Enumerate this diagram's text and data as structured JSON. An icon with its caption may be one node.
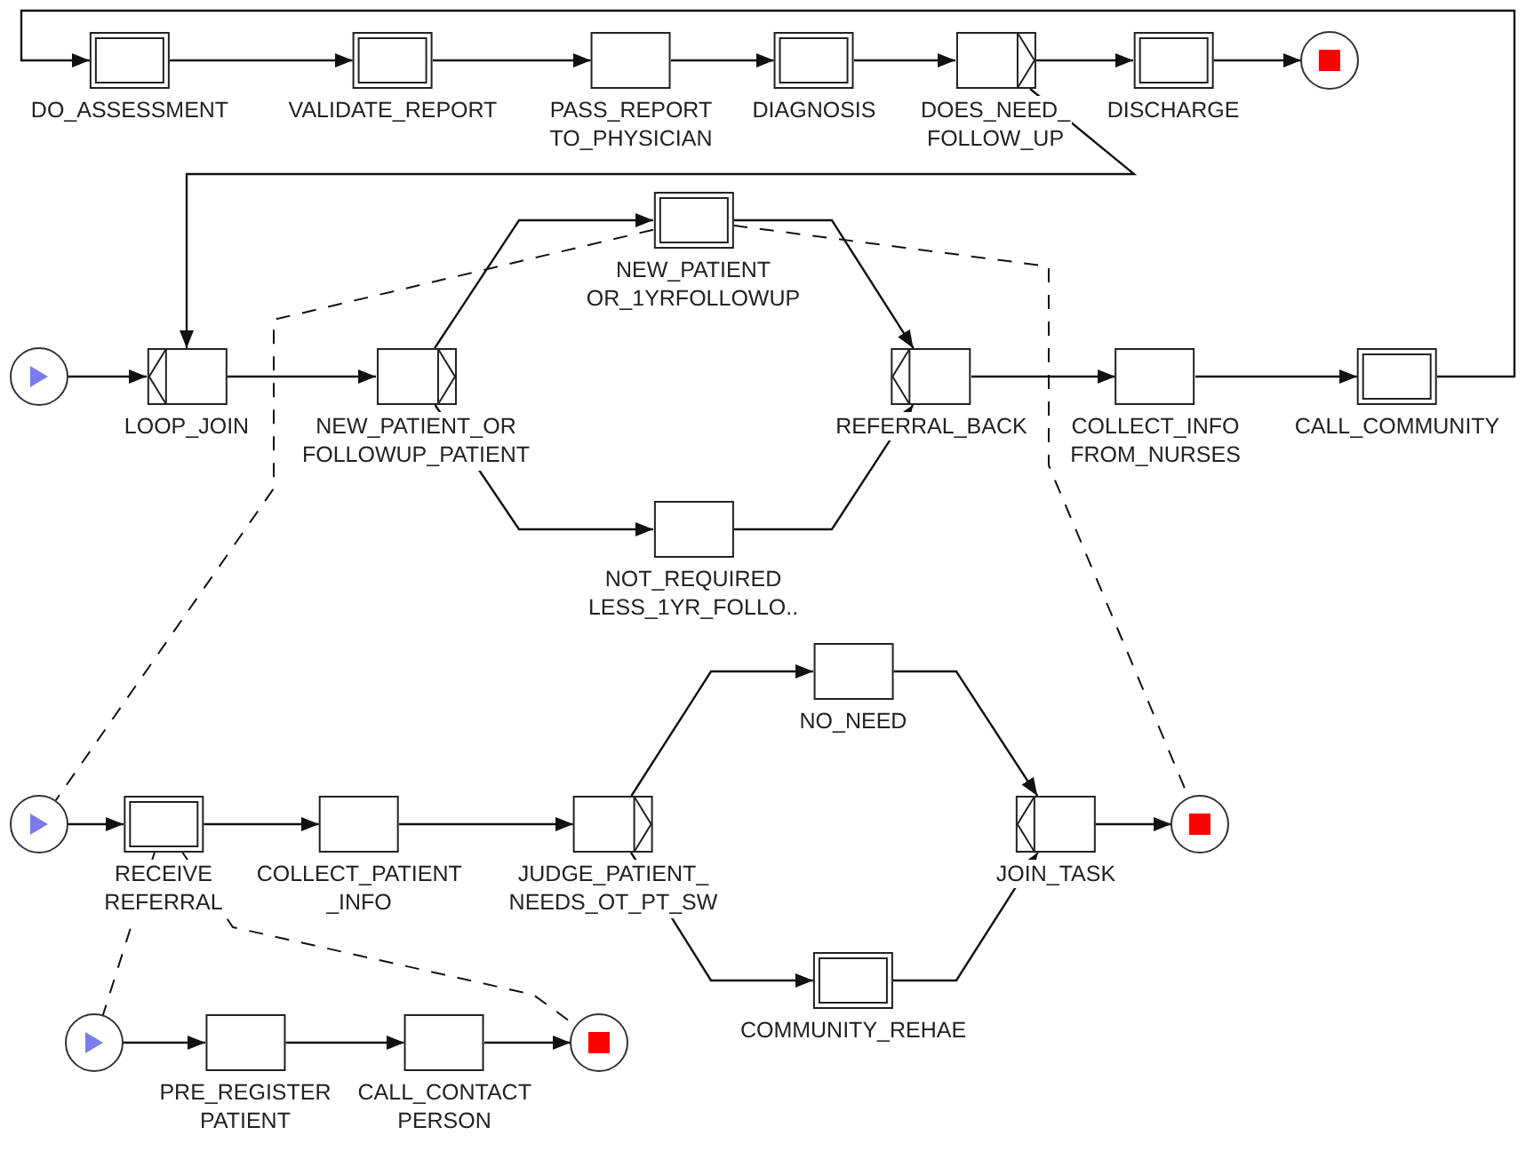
{
  "diagram": {
    "nodes": [
      {
        "text": [
          "DO_ASSESSMENT"
        ]
      },
      {
        "text": [
          "VALIDATE_REPORT"
        ]
      },
      {
        "text": [
          "PASS_REPORT TO_PHYSICIAN"
        ]
      },
      {
        "text": [
          "DIAGNOSIS"
        ]
      },
      {
        "text": [
          "DOES_NEED_ FOLLOW_UP"
        ]
      },
      {
        "text": [
          "DISCHARGE"
        ]
      },
      {
        "text": [],
        "shape": "circle"
      },
      {
        "text": [],
        "shape": "circle"
      },
      {
        "text": [
          "LOOP_JOIN"
        ]
      },
      {
        "text": [
          "NEW_PATIENT_OR FOLLOWUP_PATIENT"
        ]
      },
      {
        "text": [
          "NEW_PATIENT OR_1YRFOLLOWUP"
        ]
      },
      {
        "text": [
          "NOT_REQUIRED LESS_1YR_FOLLO.."
        ]
      },
      {
        "text": [
          "REFERRAL_BACK"
        ]
      },
      {
        "text": [
          "COLLECT_INFO FROM_NURSES"
        ]
      },
      {
        "text": [
          "CALL_COMMUNITY"
        ]
      },
      {
        "text": [],
        "shape": "circle"
      },
      {
        "text": [
          "RECEIVE REFERRAL"
        ]
      },
      {
        "text": [
          "COLLECT_PATIENT _INFO"
        ]
      },
      {
        "text": [
          "JUDGE_PATIENT_ NEEDS_OT_PT_SW"
        ]
      },
      {
        "text": [
          "NO_NEED"
        ]
      },
      {
        "text": [
          "COMMUNITY_REHAE"
        ]
      },
      {
        "text": [
          "JOIN_TASK"
        ]
      },
      {
        "text": [],
        "shape": "circle"
      },
      {
        "text": [],
        "shape": "circle"
      },
      {
        "text": [
          "PRE_REGISTER PATIENT"
        ]
      },
      {
        "text": [
          "CALL_CONTACT PERSON"
        ]
      },
      {
        "text": [],
        "shape": "circle"
      }
    ],
    "edges": [
      {
        "from": 0,
        "to": 1,
        "arrow": "to"
      },
      {
        "from": 1,
        "to": 2,
        "arrow": "to"
      },
      {
        "from": 2,
        "to": 3,
        "arrow": "to"
      },
      {
        "from": 3,
        "to": 4,
        "arrow": "to"
      },
      {
        "from": 4,
        "to": 5,
        "arrow": "to"
      },
      {
        "from": 5,
        "to": 6,
        "arrow": "to"
      },
      {
        "from": 4,
        "to": 8,
        "arrow": "to"
      },
      {
        "from": 7,
        "to": 8,
        "arrow": "to"
      },
      {
        "from": 8,
        "to": 9,
        "arrow": "to"
      },
      {
        "from": 9,
        "to": 10,
        "arrow": "to"
      },
      {
        "from": 9,
        "to": 11,
        "arrow": "to"
      },
      {
        "from": 10,
        "to": 12,
        "arrow": "to"
      },
      {
        "from": 11,
        "to": 12,
        "arrow": "to"
      },
      {
        "from": 12,
        "to": 13,
        "arrow": "to"
      },
      {
        "from": 13,
        "to": 14,
        "arrow": "to"
      },
      {
        "from": 14,
        "to": 0,
        "arrow": "to"
      },
      {
        "from": 15,
        "to": 16,
        "arrow": "to"
      },
      {
        "from": 16,
        "to": 17,
        "arrow": "to"
      },
      {
        "from": 17,
        "to": 18,
        "arrow": "to"
      },
      {
        "from": 18,
        "to": 19,
        "arrow": "to"
      },
      {
        "from": 18,
        "to": 20,
        "arrow": "to"
      },
      {
        "from": 19,
        "to": 21,
        "arrow": "to"
      },
      {
        "from": 20,
        "to": 21,
        "arrow": "to"
      },
      {
        "from": 21,
        "to": 22,
        "arrow": "to"
      },
      {
        "from": 23,
        "to": 24,
        "arrow": "to"
      },
      {
        "from": 24,
        "to": 25,
        "arrow": "to"
      },
      {
        "from": 25,
        "to": 26,
        "arrow": "to"
      },
      {
        "from": 10,
        "to": 15,
        "arrow": "none",
        "style": "dashed"
      },
      {
        "from": 10,
        "to": 22,
        "arrow": "none",
        "style": "dashed"
      },
      {
        "from": 16,
        "to": 23,
        "arrow": "none",
        "style": "dashed"
      },
      {
        "from": 16,
        "to": 26,
        "arrow": "none",
        "style": "dashed"
      }
    ]
  }
}
